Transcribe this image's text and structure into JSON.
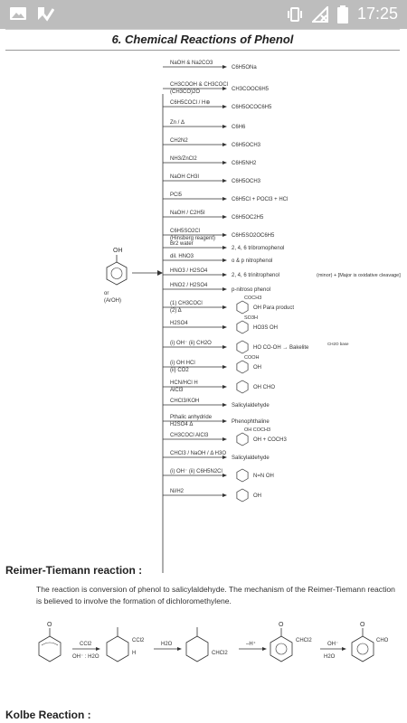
{
  "status_bar": {
    "time": "17:25",
    "left_icons": [
      "image-icon",
      "app-check-icon"
    ],
    "right_icons": [
      "vibrate-icon",
      "no-signal-icon",
      "battery-icon"
    ]
  },
  "page": {
    "section_title": "6. Chemical Reactions of Phenol",
    "phenol": {
      "oh_label": "OH",
      "formula": "or\n(ArOH)"
    },
    "reactions": [
      {
        "reagent": "NaOH & Na2CO3",
        "product": "C6H5ONa"
      },
      {
        "reagent": "CH3COOH & CH3COCl\n(CH3CO)2O",
        "product": "CH3COOC6H5"
      },
      {
        "reagent": "C6H5COCl / H⊕",
        "product": "C6H5OCOC6H5"
      },
      {
        "reagent": "Zn / Δ",
        "product": "C6H6"
      },
      {
        "reagent": "CH2N2",
        "product": "C6H5OCH3"
      },
      {
        "reagent": "NH3/ZnCl2",
        "product": "C6H5NH2"
      },
      {
        "reagent": "NaOH      CH3I",
        "product": "C6H5OCH3"
      },
      {
        "reagent": "PCl5",
        "product": "C6H5Cl + POCl3 + HCl"
      },
      {
        "reagent": "NaOH / C2H5I",
        "product": "C6H5OC2H5"
      },
      {
        "reagent": "C6H5SO2Cl\n(Hinsberg reagent)",
        "product": "C6H5SO2OC6H5"
      },
      {
        "reagent": "Br2 water",
        "product": "2, 4, 6 tribromophenol"
      },
      {
        "reagent": "dil. HNO3",
        "product": "o & p nitrophenol"
      },
      {
        "reagent": "HNO3 / H2SO4",
        "product": "2, 4, 6 trinitrophenol",
        "note": "(minor) + [Major is oxidative cleavage]"
      },
      {
        "reagent": "HNO2 / H2SO4",
        "product": "p-nitroso phenol"
      },
      {
        "reagent": "(1) CH3COCl\n(2) Δ",
        "product": "OH  Para product",
        "substituent": "COCH3"
      },
      {
        "reagent": "H2SO4",
        "product": "HO3S      OH",
        "substituent": "SO3H"
      },
      {
        "reagent": "(i) OH⁻ (ii) CH2O",
        "product": "HO  CO-OH  → Bakelite",
        "condition": "CH2O base"
      },
      {
        "reagent": "(i) OH      HCl\n(ii) CO2",
        "product": "OH",
        "substituent": "COOH"
      },
      {
        "reagent": "HCN/HCl      H\nAlCl3",
        "product": "OH       CHO"
      },
      {
        "reagent": "CHCl3/KOH",
        "product": "Salicylaldehyde"
      },
      {
        "reagent": "Pthalic anhydride\nH2SO4 Δ",
        "product": "Phenophthaline"
      },
      {
        "reagent": "CH3COCl      AlCl3",
        "product": "OH   +   COCH3",
        "substituent": "OH  COCH3"
      },
      {
        "reagent": "CHCl3 / NaOH / Δ      H3O",
        "product": "Salicylaldehyde"
      },
      {
        "reagent": "(i) OH⁻ (ii) C6H5N2Cl",
        "product": "N=N      OH"
      },
      {
        "reagent": "Ni/H2",
        "product": "OH"
      }
    ],
    "reimer_heading": "Reimer-Tiemann reaction :",
    "reimer_text": "The reaction is conversion of phenol to salicylaldehyde. The mechanism of the Reimer-Tiemann reaction is believed to involve the formation of dichloromethylene.",
    "mechanism": {
      "reagents_1": "CCl2",
      "reagents_1b": "OH⁻ : H2O",
      "label_ccl2": "CCl2",
      "label_h": "H",
      "reagents_2": "H2O",
      "label_chcl2_a": "CHCl2",
      "reagents_3": "–H⁺",
      "label_chcl2_b": "CHCl2",
      "reagents_4": "OH⁻",
      "reagents_4b": "H2O",
      "label_cho": "CHO"
    },
    "kolbe_heading": "Kolbe Reaction :"
  }
}
